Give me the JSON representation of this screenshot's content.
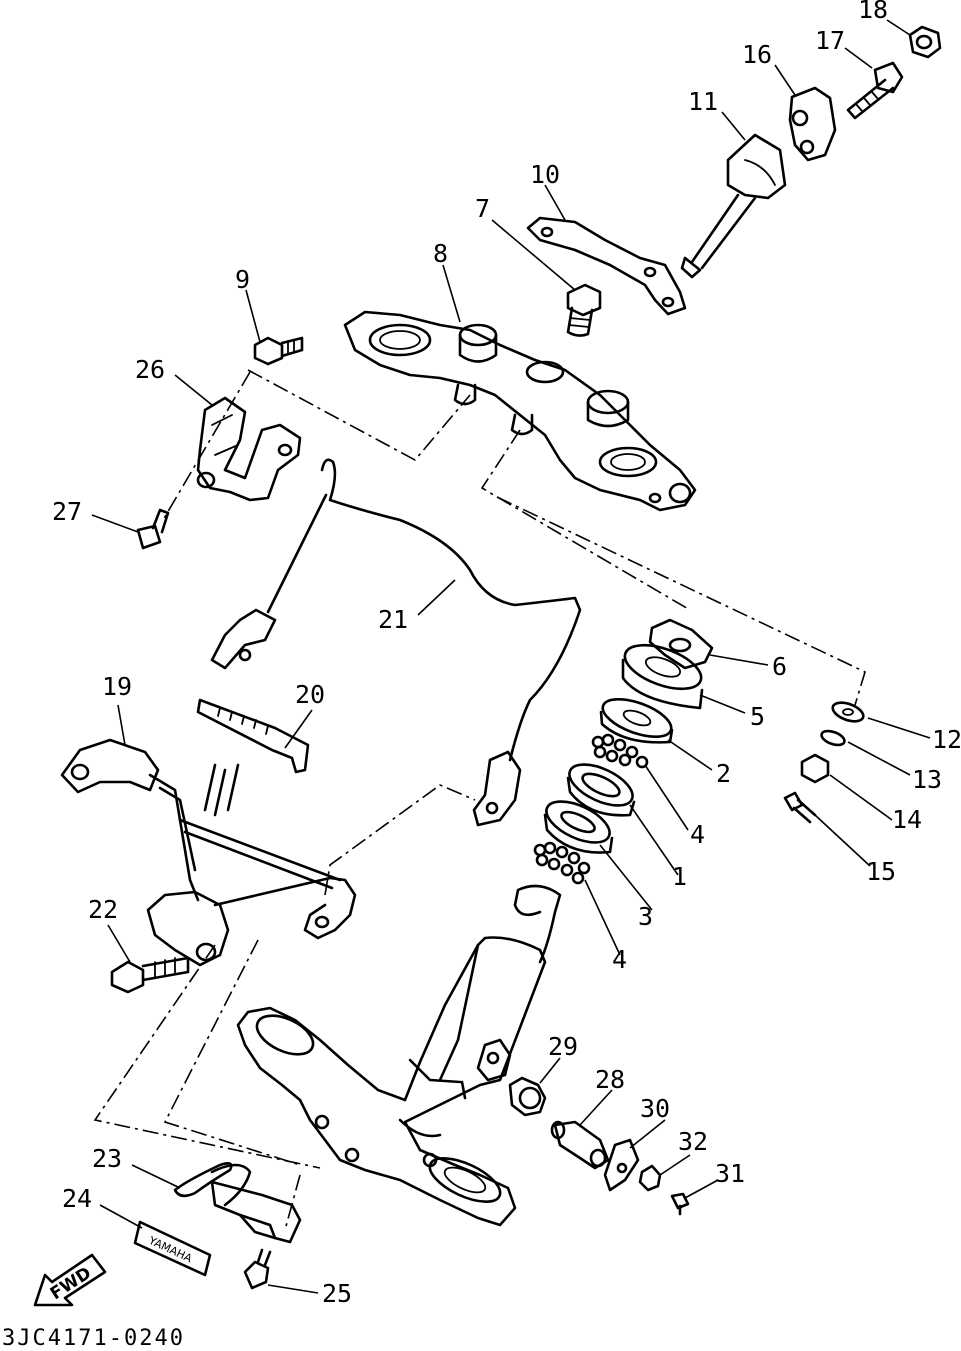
{
  "diagram_code": "3JC4171-0240",
  "fwd_label": "FWD",
  "emblem_text": "YAMAHA",
  "callouts": [
    {
      "id": "c18",
      "label": "18"
    },
    {
      "id": "c17",
      "label": "17"
    },
    {
      "id": "c16",
      "label": "16"
    },
    {
      "id": "c11",
      "label": "11"
    },
    {
      "id": "c10",
      "label": "10"
    },
    {
      "id": "c7",
      "label": "7"
    },
    {
      "id": "c8",
      "label": "8"
    },
    {
      "id": "c9",
      "label": "9"
    },
    {
      "id": "c26",
      "label": "26"
    },
    {
      "id": "c27",
      "label": "27"
    },
    {
      "id": "c21",
      "label": "21"
    },
    {
      "id": "c6",
      "label": "6"
    },
    {
      "id": "c5",
      "label": "5"
    },
    {
      "id": "c12",
      "label": "12"
    },
    {
      "id": "c2",
      "label": "2"
    },
    {
      "id": "c13",
      "label": "13"
    },
    {
      "id": "c4a",
      "label": "4"
    },
    {
      "id": "c14",
      "label": "14"
    },
    {
      "id": "c1",
      "label": "1"
    },
    {
      "id": "c15",
      "label": "15"
    },
    {
      "id": "c3",
      "label": "3"
    },
    {
      "id": "c4b",
      "label": "4"
    },
    {
      "id": "c19",
      "label": "19"
    },
    {
      "id": "c20",
      "label": "20"
    },
    {
      "id": "c22",
      "label": "22"
    },
    {
      "id": "c29",
      "label": "29"
    },
    {
      "id": "c28",
      "label": "28"
    },
    {
      "id": "c30",
      "label": "30"
    },
    {
      "id": "c32",
      "label": "32"
    },
    {
      "id": "c31",
      "label": "31"
    },
    {
      "id": "c23",
      "label": "23"
    },
    {
      "id": "c24",
      "label": "24"
    },
    {
      "id": "c25",
      "label": "25"
    }
  ]
}
